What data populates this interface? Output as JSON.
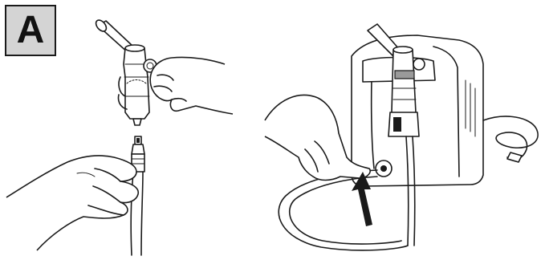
{
  "figure": {
    "step_label": "A",
    "colors": {
      "badge_fill": "#d4d4d4",
      "ink": "#1a1a1a",
      "background": "#ffffff"
    },
    "panels": [
      {
        "name": "nebulizer-cup-hand",
        "icon": "hand-holding-nebulizer-icon"
      },
      {
        "name": "tube-connector-hand",
        "icon": "hand-holding-tube-icon"
      },
      {
        "name": "compressor-connection",
        "icon": "compressor-unit-icon"
      }
    ]
  }
}
